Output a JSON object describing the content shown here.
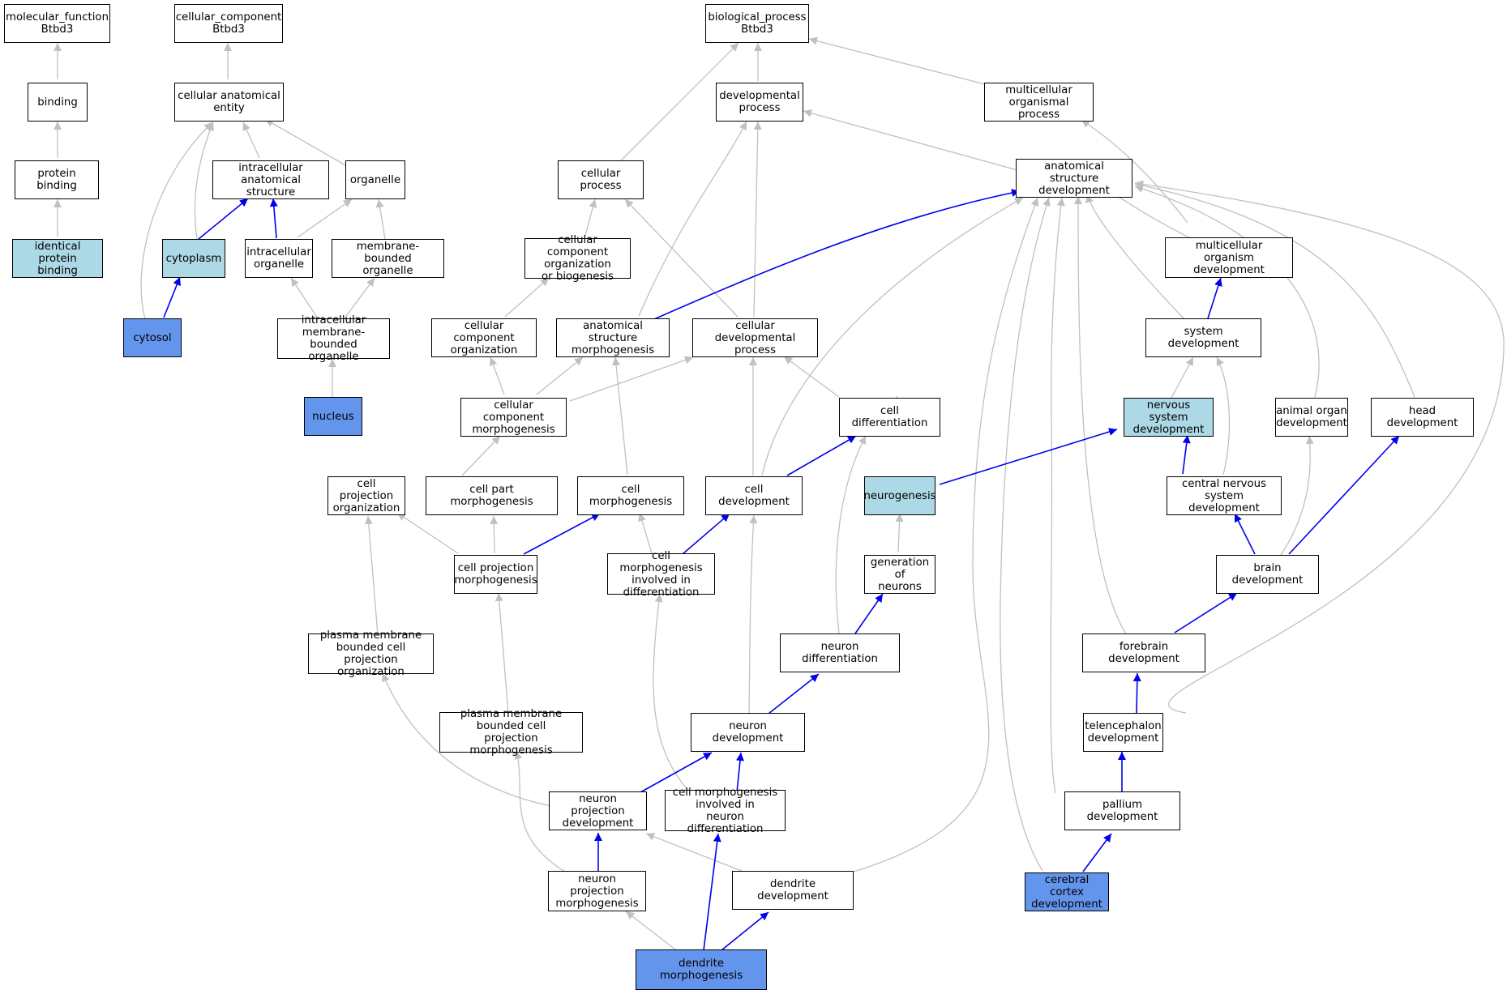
{
  "colors": {
    "ancestor_edge": "#c0c0c0",
    "path_edge": "#0000ee",
    "highlight": "#add8e6",
    "selected": "#6495ed"
  },
  "nodes": {
    "mf": "molecular_function\nBtbd3",
    "cc": "cellular_component\nBtbd3",
    "bp": "biological_process\nBtbd3",
    "binding": "binding",
    "protein_binding": "protein binding",
    "identical_protein_binding": "identical protein\nbinding",
    "cae": "cellular anatomical\nentity",
    "ias": "intracellular\nanatomical structure",
    "organelle": "organelle",
    "cytoplasm": "cytoplasm",
    "iorg": "intracellular\norganelle",
    "mbo": "membrane-bounded\norganelle",
    "cytosol": "cytosol",
    "imbo": "intracellular\nmembrane-bounded\norganelle",
    "nucleus": "nucleus",
    "devproc": "developmental\nprocess",
    "mop": "multicellular\norganismal process",
    "cellproc": "cellular process",
    "ccob": "cellular component\norganization\nor biogenesis",
    "asd": "anatomical structure\ndevelopment",
    "mod": "multicellular\norganism development",
    "cco": "cellular component\norganization",
    "asm": "anatomical structure\nmorphogenesis",
    "cdp": "cellular developmental\nprocess",
    "sysdev": "system development",
    "ccm": "cellular component\nmorphogenesis",
    "celldiff": "cell differentiation",
    "nsd": "nervous system\ndevelopment",
    "aod": "animal organ\ndevelopment",
    "headdev": "head development",
    "cpo": "cell projection\norganization",
    "cpm": "cell part morphogenesis",
    "cellmorph": "cell morphogenesis",
    "celldev": "cell development",
    "neurogenesis": "neurogenesis",
    "cnsd": "central nervous\nsystem development",
    "cprojm": "cell projection\nmorphogenesis",
    "cmid": "cell morphogenesis\ninvolved in\ndifferentiation",
    "gon": "generation of\nneurons",
    "braindev": "brain development",
    "pmbcpo": "plasma membrane\nbounded cell\nprojection organization",
    "neurondiff": "neuron differentiation",
    "forebrain": "forebrain development",
    "pmbcpm": "plasma membrane\nbounded cell\nprojection morphogenesis",
    "neurondev": "neuron development",
    "telen": "telencephalon\ndevelopment",
    "npd": "neuron projection\ndevelopment",
    "cmind": "cell morphogenesis\ninvolved in\nneuron differentiation",
    "pallium": "pallium development",
    "npm": "neuron projection\nmorphogenesis",
    "dendev": "dendrite development",
    "ccd": "cerebral cortex\ndevelopment",
    "denmorph": "dendrite morphogenesis"
  }
}
